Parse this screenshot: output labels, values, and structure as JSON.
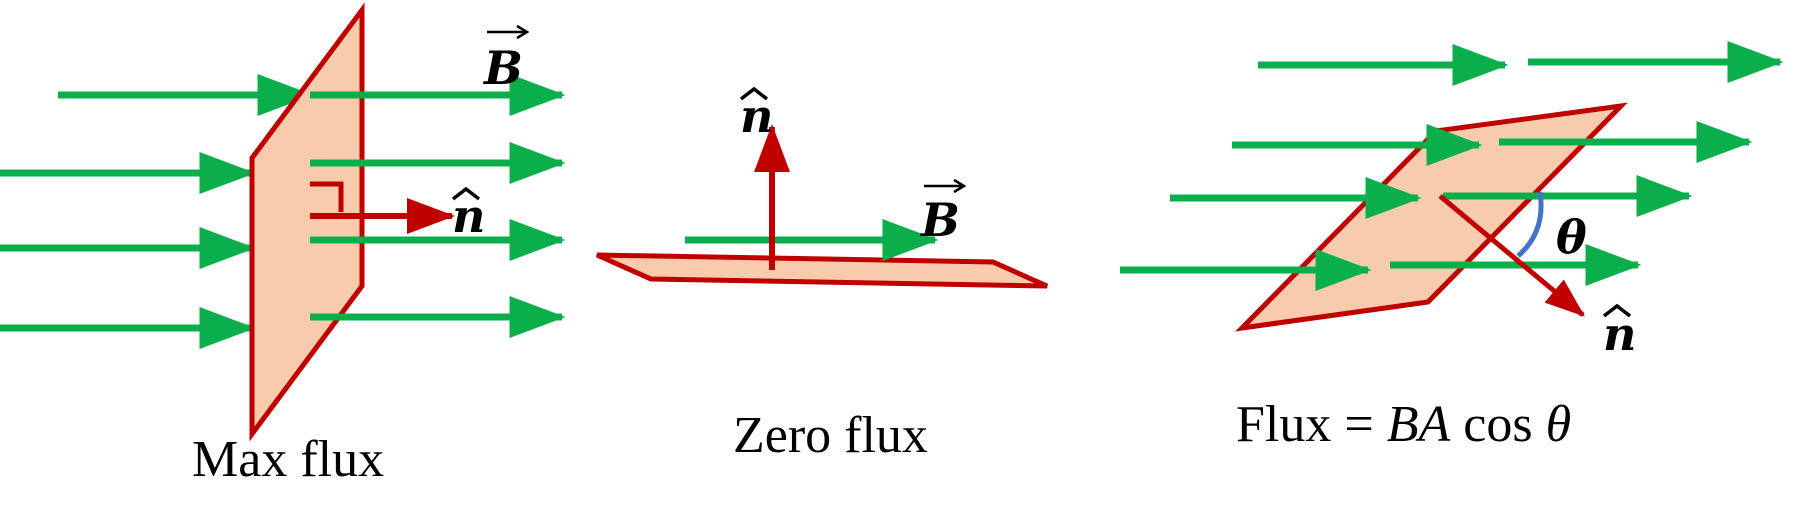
{
  "colors": {
    "field_arrow": "#0aaf4b",
    "normal_arrow": "#c00000",
    "plate_fill": "#f8cbad",
    "plate_edge": "#c00000",
    "angle_arc": "#4472c4",
    "text": "#000000"
  },
  "symbols": {
    "field_vector": "B",
    "normal_vector": "n",
    "angle": "θ"
  },
  "panels": {
    "max": {
      "caption": "Max flux"
    },
    "zero": {
      "caption": "Zero flux"
    },
    "angled": {
      "caption_prefix": "Flux = ",
      "caption_ba": "BA",
      "caption_cos": " cos ",
      "caption_theta": "θ"
    }
  }
}
